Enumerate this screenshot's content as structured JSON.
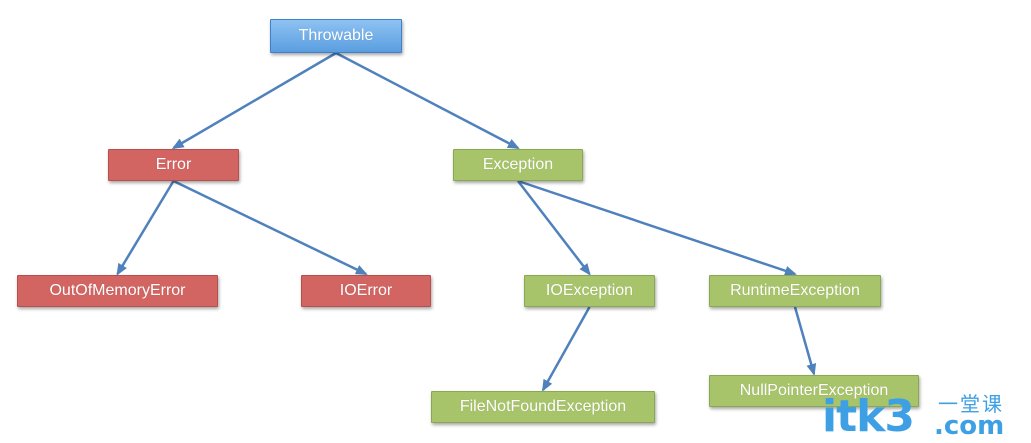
{
  "diagram": {
    "nodes": {
      "throwable": "Throwable",
      "error": "Error",
      "exception": "Exception",
      "out_of_memory_error": "OutOfMemoryError",
      "io_error": "IOError",
      "io_exception": "IOException",
      "runtime_exception": "RuntimeException",
      "file_not_found_exception": "FileNotFoundException",
      "null_pointer_exception": "NullPointerException"
    },
    "edges": [
      [
        "throwable",
        "error"
      ],
      [
        "throwable",
        "exception"
      ],
      [
        "error",
        "out_of_memory_error"
      ],
      [
        "error",
        "io_error"
      ],
      [
        "exception",
        "io_exception"
      ],
      [
        "exception",
        "runtime_exception"
      ],
      [
        "io_exception",
        "file_not_found_exception"
      ],
      [
        "runtime_exception",
        "null_pointer_exception"
      ]
    ],
    "colors": {
      "root": "#6aaaea",
      "error_family": "#d26462",
      "exception_family": "#a8c46b",
      "arrow": "#4f81bd"
    }
  },
  "watermark": {
    "brand": "itk3",
    "suffix_cn": "一堂课",
    "suffix_com": ".com"
  }
}
